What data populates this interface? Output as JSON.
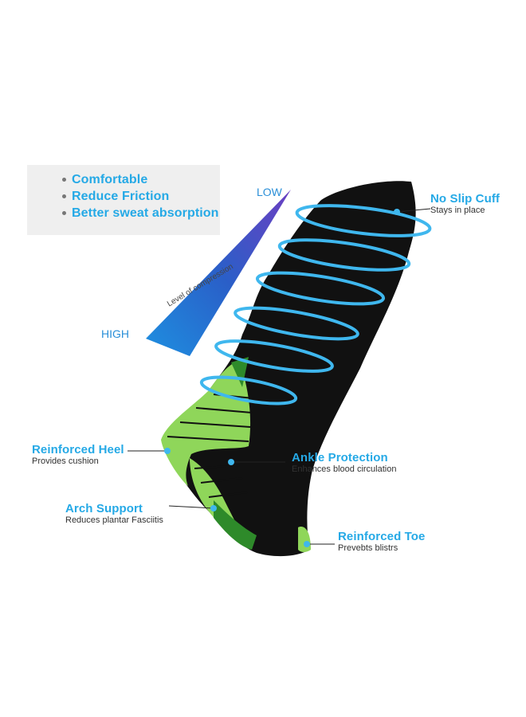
{
  "benefits": [
    "Comfortable",
    "Reduce Friction",
    "Better sweat absorption"
  ],
  "compression": {
    "low": "LOW",
    "high": "HIGH",
    "caption": "Level of compression"
  },
  "features": {
    "cuff": {
      "title": "No Slip Cuff",
      "sub": "Stays in place"
    },
    "heel": {
      "title": "Reinforced Heel",
      "sub": "Provides cushion"
    },
    "ankle": {
      "title": "Ankle Protection",
      "sub": "Enhances blood circulation"
    },
    "arch": {
      "title": "Arch Support",
      "sub": "Reduces plantar Fasciitis"
    },
    "toe": {
      "title": "Reinforced Toe",
      "sub": "Prevebts blistrs"
    }
  },
  "colors": {
    "accent": "#25a9e6",
    "sock": "#111111",
    "green": "#8fd65a",
    "ring": "#3fb7ee",
    "wedge": "#1f5cc2"
  }
}
